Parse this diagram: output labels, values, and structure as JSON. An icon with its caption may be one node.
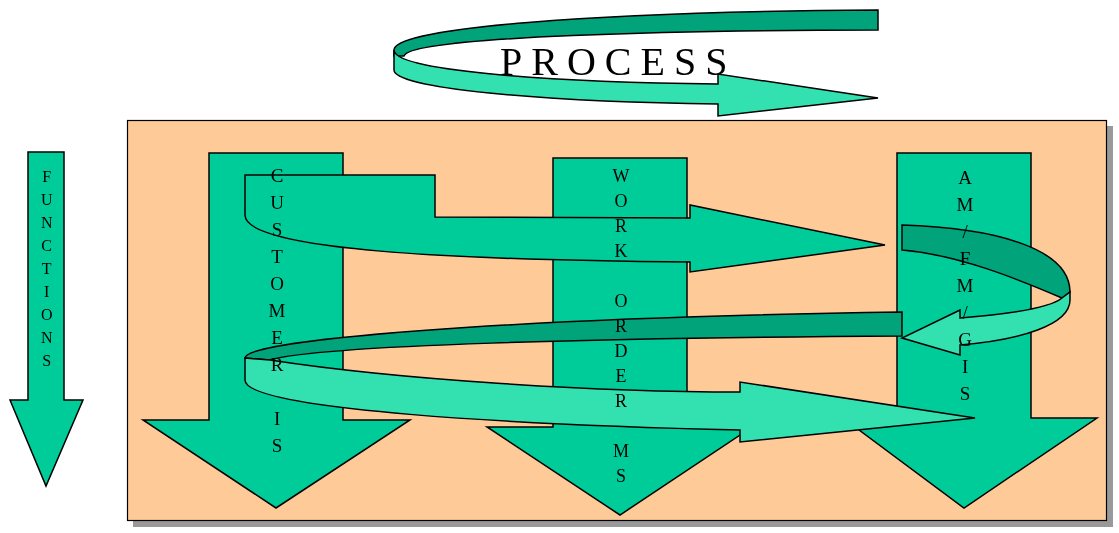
{
  "diagram": {
    "nodes": [
      {
        "text": [
          "PROCESS"
        ]
      },
      {
        "text": [
          "FUNCTIONS"
        ]
      },
      {
        "text": [],
        "shape": "box"
      },
      {
        "text": [
          "CUSTOMER IS"
        ],
        "in": 2
      },
      {
        "text": [
          "WORK ORDER MS"
        ],
        "in": 2
      },
      {
        "text": [
          "AM/FM/GIS"
        ],
        "in": 2
      }
    ]
  }
}
